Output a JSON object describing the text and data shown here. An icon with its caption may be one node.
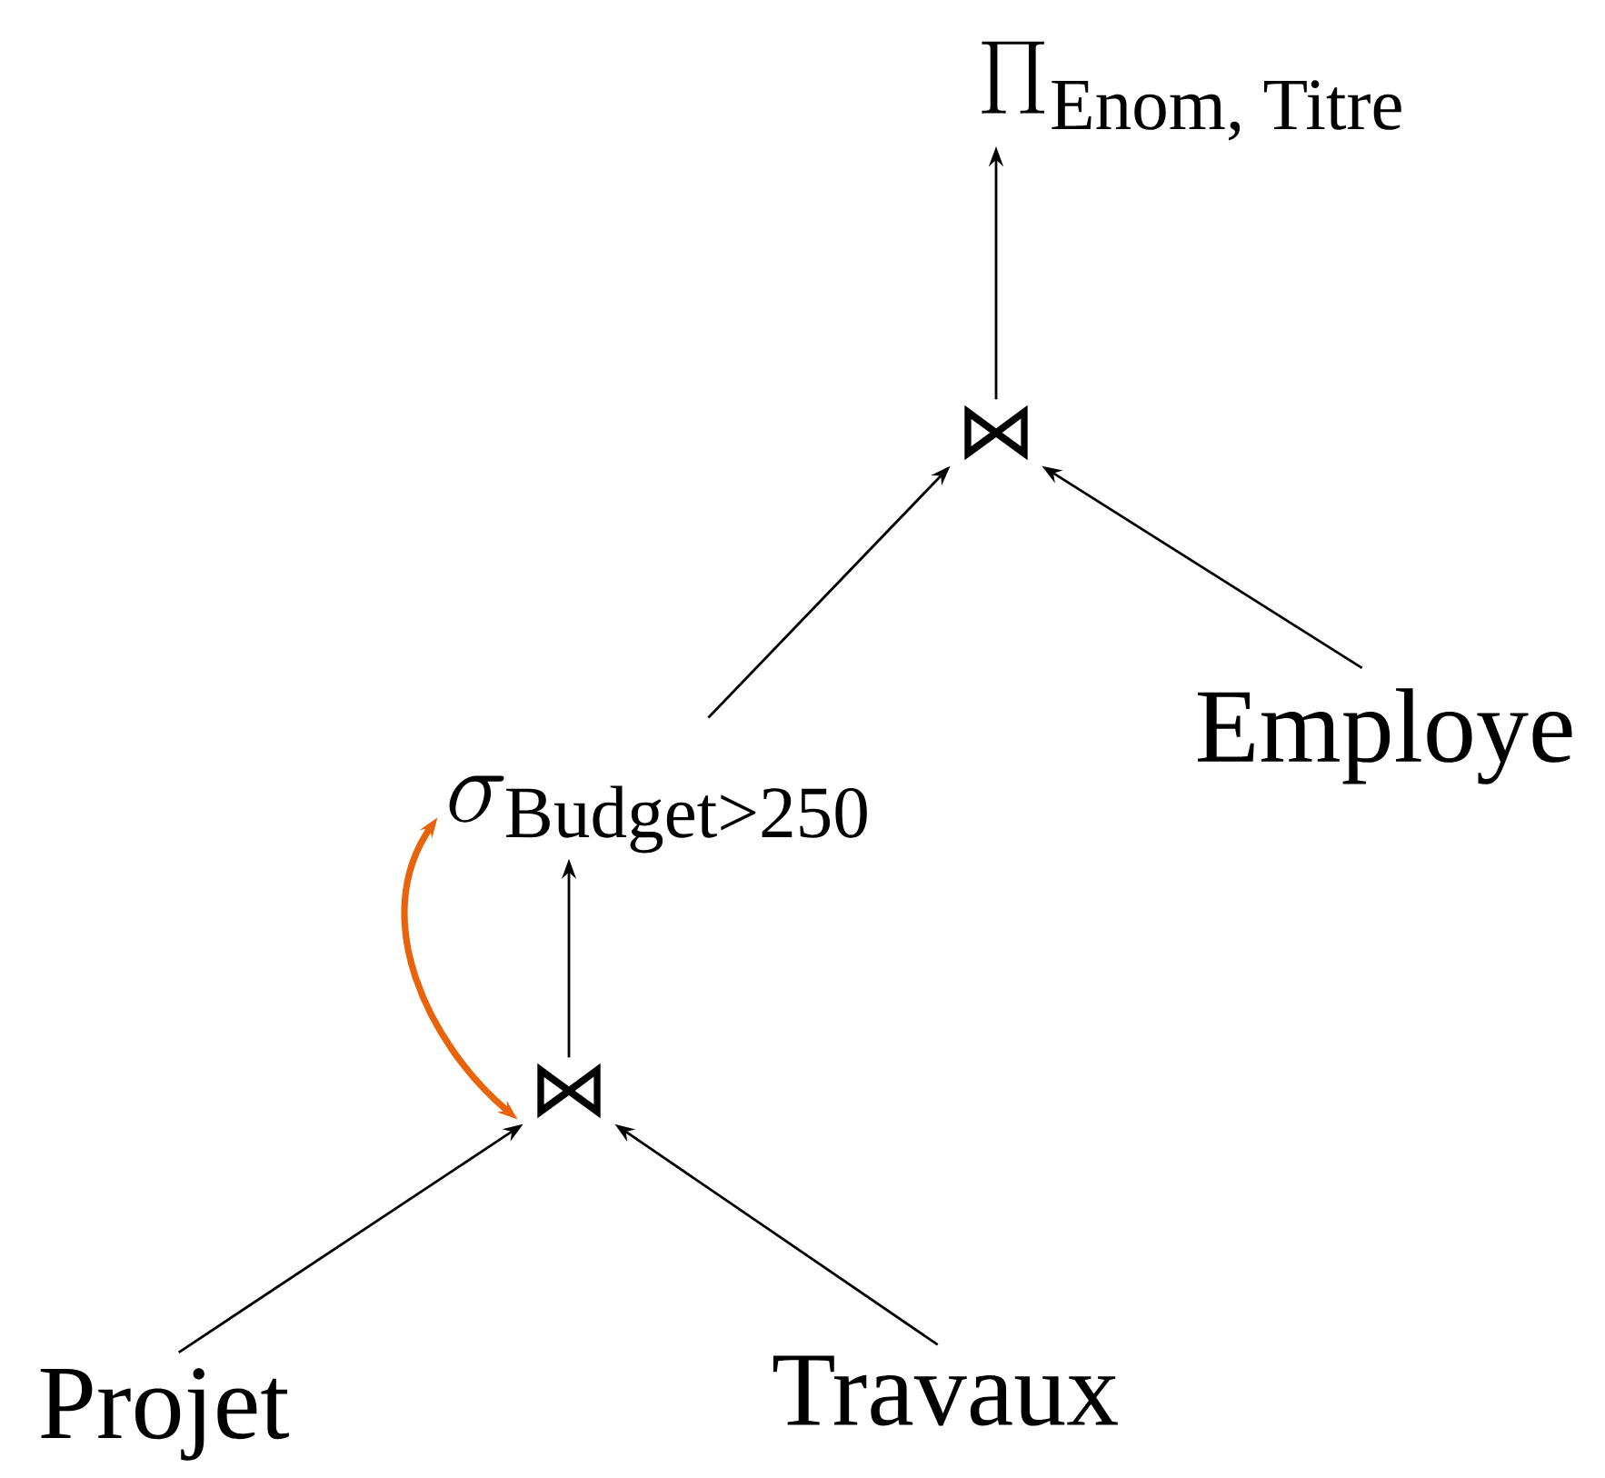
{
  "diagram": {
    "nodes": [
      {
        "text": [
          "\\Pi_{\\text{Enom, Titre}}"
        ]
      },
      {
        "text": [
          "⋈"
        ]
      },
      {
        "text": [
          "\\sigma_{\\text{Budget>250}}"
        ]
      },
      {
        "text": [
          "Employe"
        ]
      },
      {
        "text": [
          "⋈"
        ]
      },
      {
        "text": [
          "Projet"
        ]
      },
      {
        "text": [
          "Travaux"
        ]
      }
    ],
    "edges": [
      {
        "from": 1,
        "to": 0,
        "arrow": "to"
      },
      {
        "from": 2,
        "to": 1,
        "arrow": "to"
      },
      {
        "from": 3,
        "to": 1,
        "arrow": "to"
      },
      {
        "from": 4,
        "to": 2,
        "arrow": "to"
      },
      {
        "from": 5,
        "to": 4,
        "arrow": "to"
      },
      {
        "from": 6,
        "to": 4,
        "arrow": "to"
      },
      {
        "from": 2,
        "to": 4,
        "arrow": "both",
        "style": "thick",
        "color": "#e8630a"
      }
    ]
  }
}
